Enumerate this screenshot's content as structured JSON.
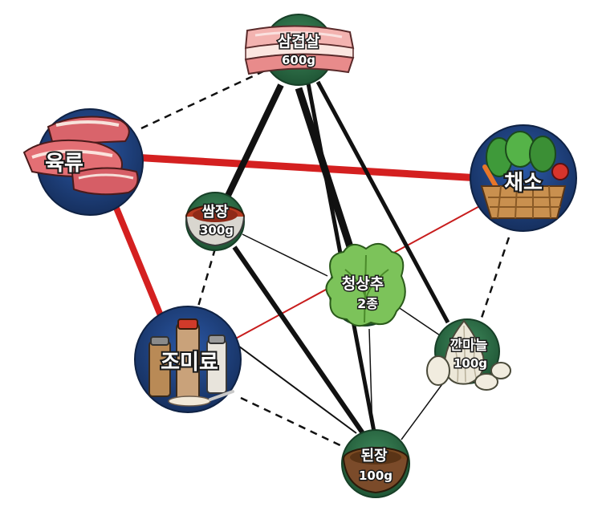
{
  "nodes": {
    "samgyeopsal": {
      "name": "삼겹살",
      "amount": "600g",
      "icon": "pork-belly-icon"
    },
    "meat": {
      "name": "육류",
      "icon": "meat-slices-icon"
    },
    "vegetables": {
      "name": "채소",
      "icon": "vegetable-basket-icon"
    },
    "ssamjang": {
      "name": "쌈장",
      "amount": "300g",
      "icon": "sauce-bowl-icon"
    },
    "lettuce": {
      "name": "청상추",
      "amount": "2종",
      "icon": "lettuce-icon"
    },
    "seasoning": {
      "name": "조미료",
      "icon": "spice-jars-icon"
    },
    "garlic": {
      "name": "깐마늘",
      "amount": "100g",
      "icon": "garlic-icon"
    },
    "doenjang": {
      "name": "된장",
      "amount": "100g",
      "icon": "paste-bowl-icon"
    }
  },
  "colors": {
    "category_circle": "#1e3f7c",
    "item_circle": "#2e6b46",
    "red_link": "#d42020",
    "black_link": "#111111"
  }
}
